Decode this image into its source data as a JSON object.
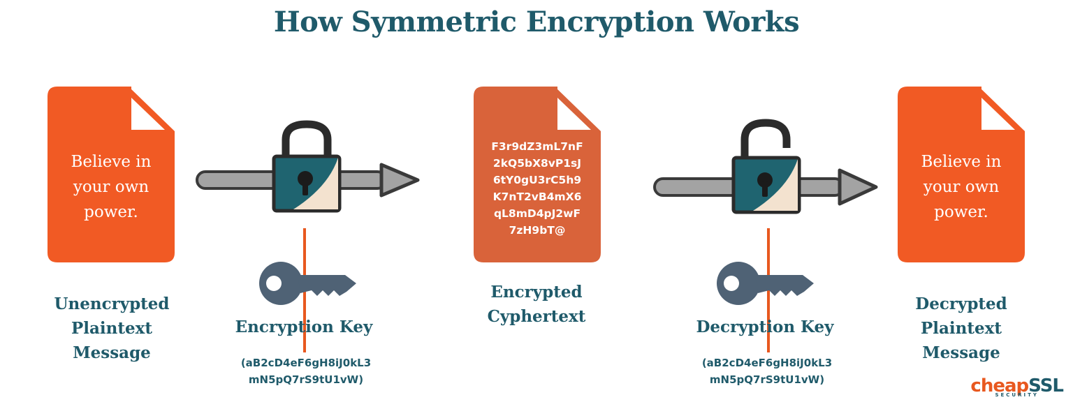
{
  "title": "How Symmetric Encryption Works",
  "plaintext_doc": {
    "text": "Believe in\nyour own\npower.",
    "label": "Unencrypted\nPlaintext\nMessage"
  },
  "encryption": {
    "label": "Encryption Key",
    "key_value": "(aB2cD4eF6gH8iJ0kL3\nmN5pQ7rS9tU1vW)"
  },
  "cipher_doc": {
    "text": "F3r9dZ3mL7nF\n2kQ5bX8vP1sJ\n6tY0gU3rC5h9\nK7nT2vB4mX6\nqL8mD4pJ2wF\n7zH9bT@",
    "label": "Encrypted\nCyphertext"
  },
  "decryption": {
    "label": "Decryption Key",
    "key_value": "(aB2cD4eF6gH8iJ0kL3\nmN5pQ7rS9tU1vW)"
  },
  "decrypted_doc": {
    "text": "Believe in\nyour own\npower.",
    "label": "Decrypted\nPlaintext\nMessage"
  },
  "brand": {
    "name_a": "cheap",
    "name_b": "SSL",
    "sub": "SECURITY"
  },
  "colors": {
    "title": "#1f5a6a",
    "doc": "#f15a24",
    "cipher_doc": "#d9633a",
    "lock": "#1f6470",
    "key": "#4f6275",
    "arrow": "#a3a3a3"
  },
  "icons": [
    "document-icon",
    "padlock-closed-icon",
    "padlock-open-icon",
    "key-icon",
    "arrow-icon"
  ]
}
